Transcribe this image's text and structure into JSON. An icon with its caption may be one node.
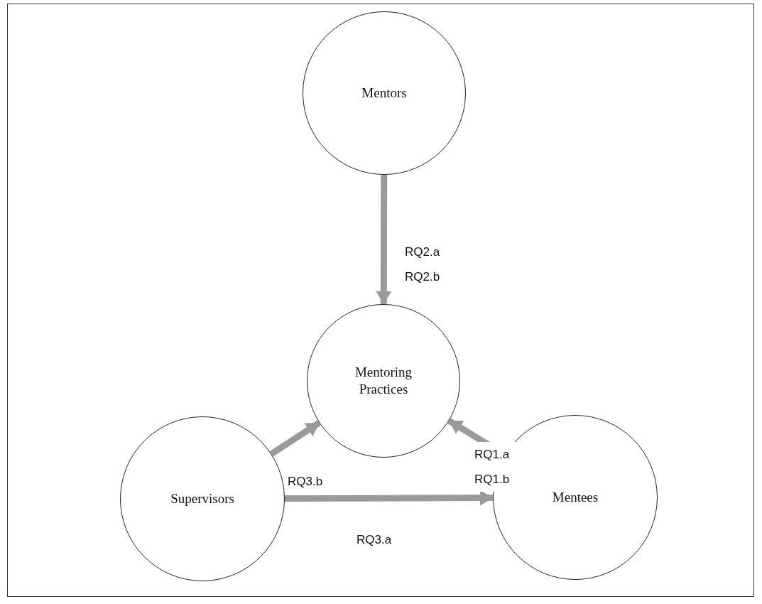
{
  "diagram": {
    "nodes": [
      {
        "text": [
          "Mentors"
        ]
      },
      {
        "text": [
          "Mentoring Practices"
        ]
      },
      {
        "text": [
          "Supervisors"
        ]
      },
      {
        "text": [
          "Mentees"
        ]
      }
    ],
    "edges": [
      {
        "from": 0,
        "to": 1,
        "arrow": "to",
        "label": "RQ2.a RQ2.b"
      },
      {
        "from": 3,
        "to": 1,
        "arrow": "to",
        "label": "RQ1.a RQ1.b"
      },
      {
        "from": 2,
        "to": 1,
        "arrow": "to",
        "label": "RQ3.b"
      },
      {
        "from": 2,
        "to": 3,
        "arrow": "to",
        "label": "RQ3.a"
      }
    ]
  }
}
